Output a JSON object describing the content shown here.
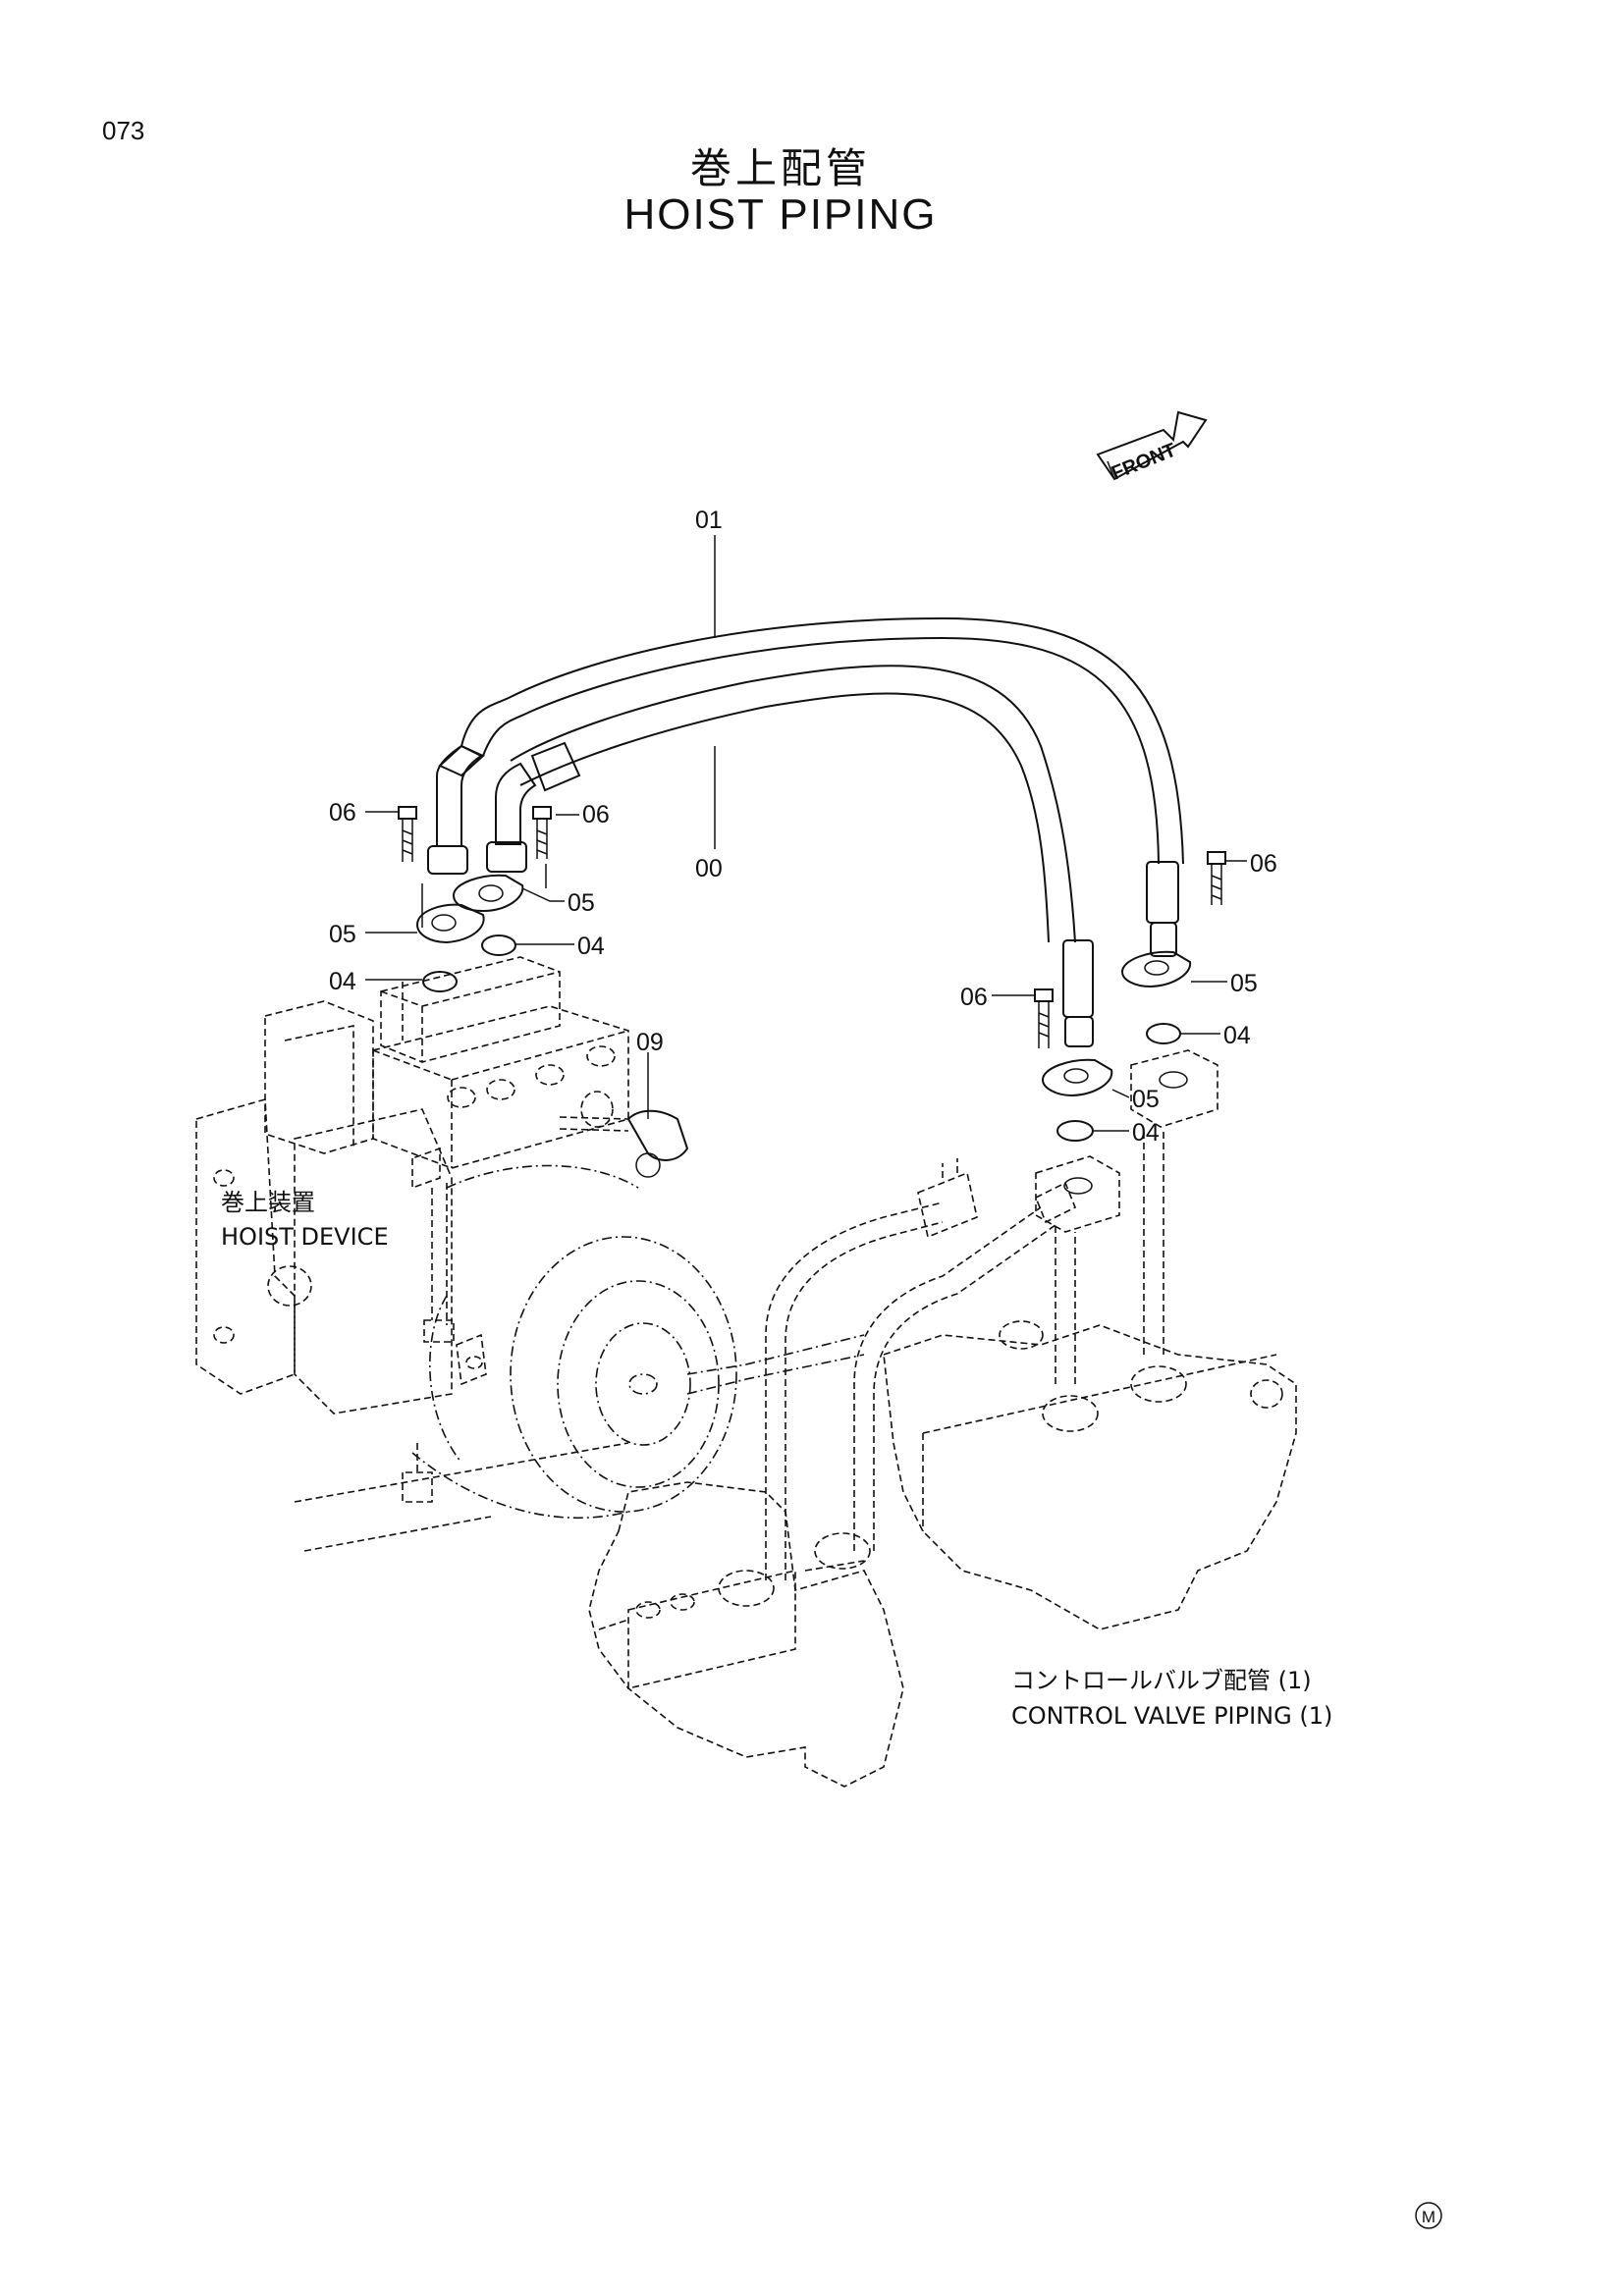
{
  "page_number": "073",
  "title": {
    "japanese": "巻上配管",
    "english": "HOIST PIPING"
  },
  "front_arrow": {
    "text": "FRONT"
  },
  "callouts": [
    {
      "id": "c-01",
      "text": "01"
    },
    {
      "id": "c-00",
      "text": "00"
    },
    {
      "id": "c-06a",
      "text": "06"
    },
    {
      "id": "c-06b",
      "text": "06"
    },
    {
      "id": "c-06c",
      "text": "06"
    },
    {
      "id": "c-06d",
      "text": "06"
    },
    {
      "id": "c-05a",
      "text": "05"
    },
    {
      "id": "c-05b",
      "text": "05"
    },
    {
      "id": "c-05c",
      "text": "05"
    },
    {
      "id": "c-05d",
      "text": "05"
    },
    {
      "id": "c-04a",
      "text": "04"
    },
    {
      "id": "c-04b",
      "text": "04"
    },
    {
      "id": "c-04c",
      "text": "04"
    },
    {
      "id": "c-04d",
      "text": "04"
    },
    {
      "id": "c-09",
      "text": "09"
    }
  ],
  "captions": {
    "hoist_device": {
      "japanese": "巻上装置",
      "english": "HOIST DEVICE"
    },
    "control_valve": {
      "japanese": "コントロールバルブ配管 (1)",
      "english": "CONTROL VALVE PIPING (1)"
    }
  },
  "corner_mark": "M"
}
